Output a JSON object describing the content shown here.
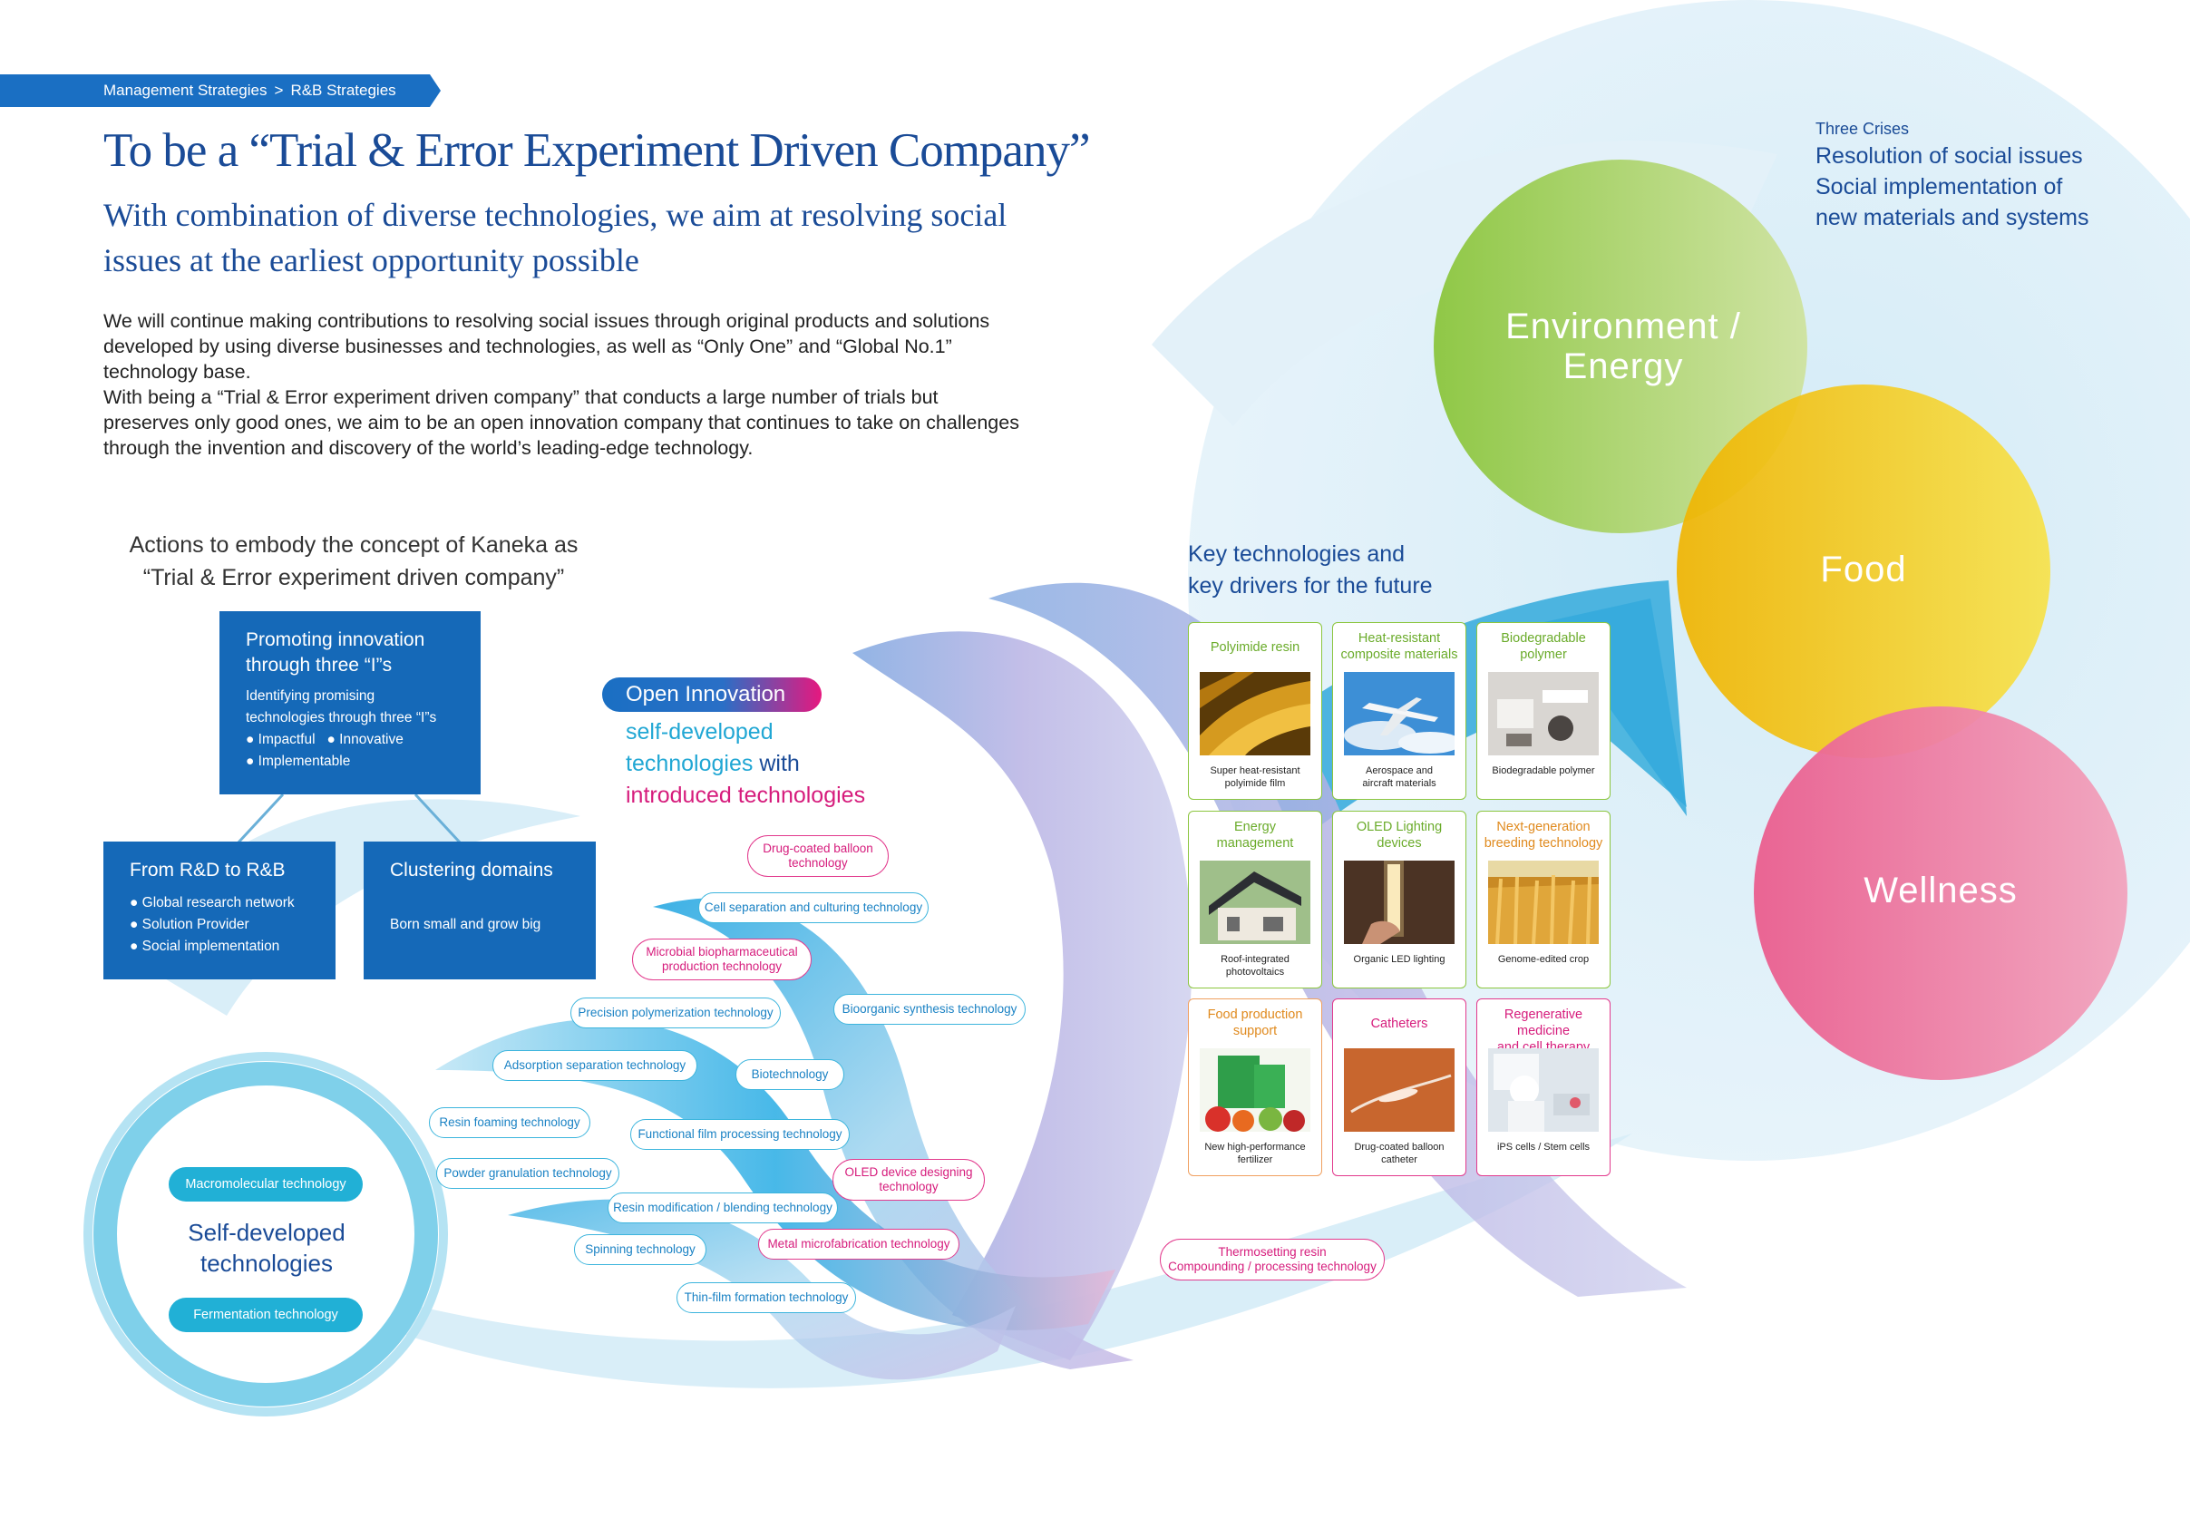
{
  "breadcrumb": {
    "item1": "Management Strategies",
    "separator": ">",
    "item2": "R&B Strategies"
  },
  "title": "To be a “Trial & Error Experiment Driven Company”",
  "subtitle": "With combination of diverse technologies, we aim at resolving social issues at the earliest opportunity possible",
  "body": {
    "p1": "We will continue making contributions to resolving social issues through original products and solutions developed by using diverse businesses and technologies, as well as “Only One” and “Global No.1” technology base.",
    "p2": "With being a “Trial & Error experiment driven company” that conducts a large number of trials but preserves only good ones, we aim to be an open innovation company that continues to take on challenges through the invention and discovery of the world’s leading-edge technology."
  },
  "actions": {
    "heading_line1": "Actions to embody the concept of Kaneka as",
    "heading_line2": "“Trial & Error experiment driven company”",
    "promoting": {
      "title_line1": "Promoting innovation",
      "title_line2": "through three “I”s",
      "desc_line1": "Identifying promising",
      "desc_line2": "technologies through three “I”s",
      "bullet1": "Impactful",
      "bullet2": "Innovative",
      "bullet3": "Implementable"
    },
    "rd": {
      "title": "From R&D to R&B",
      "bullet1": "Global research network",
      "bullet2": "Solution Provider",
      "bullet3": "Social implementation"
    },
    "clustering": {
      "title": "Clustering domains",
      "desc": "Born small and grow big"
    }
  },
  "open_innovation": {
    "pill": "Open Innovation",
    "line1": "self-developed",
    "line2a": "technologies",
    "line2b": "with",
    "line3": "introduced technologies"
  },
  "tech_tags": {
    "drug_coated_1": "Drug-coated balloon",
    "drug_coated_2": "technology",
    "cell_sep": "Cell separation and culturing technology",
    "microbial_1": "Microbial biopharmaceutical",
    "microbial_2": "production technology",
    "precision": "Precision polymerization technology",
    "bioorganic": "Bioorganic synthesis technology",
    "adsorption": "Adsorption separation technology",
    "biotech": "Biotechnology",
    "resin_foam": "Resin foaming technology",
    "functional_film": "Functional film processing technology",
    "powder": "Powder granulation technology",
    "oled_design_1": "OLED device designing",
    "oled_design_2": "technology",
    "resin_mod": "Resin modification / blending technology",
    "spinning": "Spinning technology",
    "metal_micro": "Metal microfabrication technology",
    "thin_film": "Thin-film formation technology",
    "thermoset_1": "Thermosetting resin",
    "thermoset_2": "Compounding / processing technology"
  },
  "self_developed": {
    "line1": "Self-developed",
    "line2": "technologies",
    "pill1": "Macromolecular technology",
    "pill2": "Fermentation technology"
  },
  "key_tech": {
    "title_line1": "Key technologies and",
    "title_line2": "key drivers for the future",
    "cards": [
      {
        "title1": "Polyimide resin",
        "title2": "",
        "cap1": "Super heat-resistant",
        "cap2": "polyimide film"
      },
      {
        "title1": "Heat-resistant",
        "title2": "composite materials",
        "cap1": "Aerospace and",
        "cap2": "aircraft materials"
      },
      {
        "title1": "Biodegradable",
        "title2": "polymer",
        "cap1": "Biodegradable polymer",
        "cap2": ""
      },
      {
        "title1": "Energy",
        "title2": "management",
        "cap1": "Roof-integrated",
        "cap2": "photovoltaics"
      },
      {
        "title1": "OLED Lighting",
        "title2": "devices",
        "cap1": "Organic LED lighting",
        "cap2": ""
      },
      {
        "title1": "Next-generation",
        "title2": "breeding technology",
        "cap1": "Genome-edited crop",
        "cap2": ""
      },
      {
        "title1": "Food production",
        "title2": "support",
        "cap1": "New high-performance",
        "cap2": "fertilizer"
      },
      {
        "title1": "Catheters",
        "title2": "",
        "cap1": "Drug-coated balloon",
        "cap2": "catheter"
      },
      {
        "title1": "Regenerative medicine",
        "title2": "and cell therapy",
        "cap1": "iPS cells / Stem cells",
        "cap2": ""
      }
    ]
  },
  "crises": {
    "heading": "Three Crises",
    "line1": "Resolution of social issues",
    "line2": "Social implementation of",
    "line3": "new materials and systems"
  },
  "circles": {
    "env_line1": "Environment /",
    "env_line2": "Energy",
    "food": "Food",
    "wellness": "Wellness"
  },
  "colors": {
    "brand_blue": "#1a4b97",
    "box_blue": "#1569b8",
    "cyan": "#21b0d6",
    "magenta": "#e6187f",
    "green": "#8cc63f",
    "food_yellow": "#f4c400",
    "wellness_pink": "#ec6b97"
  }
}
